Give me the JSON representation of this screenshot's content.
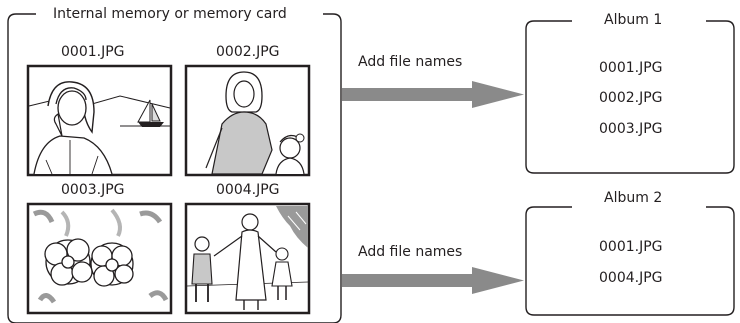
{
  "source": {
    "title": "Internal memory or memory card",
    "photos": [
      {
        "filename": "0001.JPG",
        "picture": "woman-at-lake-photo"
      },
      {
        "filename": "0002.JPG",
        "picture": "mother-and-child-photo"
      },
      {
        "filename": "0003.JPG",
        "picture": "flowers-photo"
      },
      {
        "filename": "0004.JPG",
        "picture": "family-walking-photo"
      }
    ]
  },
  "arrows": [
    {
      "label": "Add file names"
    },
    {
      "label": "Add file names"
    }
  ],
  "albums": [
    {
      "title": "Album 1",
      "files": [
        "0001.JPG",
        "0002.JPG",
        "0003.JPG"
      ]
    },
    {
      "title": "Album 2",
      "files": [
        "0001.JPG",
        "0004.JPG"
      ]
    }
  ],
  "colors": {
    "line": "#231f20",
    "arrow": "#8a8a8a"
  }
}
